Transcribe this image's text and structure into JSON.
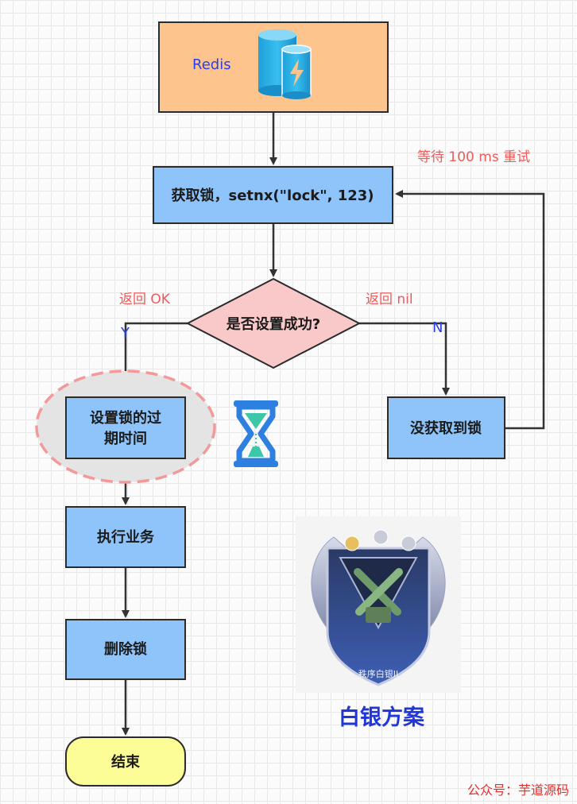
{
  "nodes": {
    "redis": "Redis",
    "acquire": "获取锁，setnx(\"lock\", 123)",
    "decision": "是否设置成功?",
    "set_expire_line1": "设置锁的过",
    "set_expire_line2": "期时间",
    "execute": "执行业务",
    "delete": "删除锁",
    "end": "结束",
    "not_acquired": "没获取到锁"
  },
  "labels": {
    "retry": "等待 100 ms 重试",
    "return_ok": "返回 OK",
    "return_nil": "返回 nil",
    "yes": "Y",
    "no": "N"
  },
  "badge": {
    "inscription": "秩序白银II",
    "caption": "白银方案"
  },
  "watermark": "公众号：芋道源码",
  "colors": {
    "redis_box": "#fdc48e",
    "process_box": "#8ec4fa",
    "decision": "#f9c9c9",
    "terminal": "#fdfd97",
    "highlight_ring": "#f29a9a",
    "arrow": "#333333"
  },
  "icons": {
    "redis": "redis-database-icon",
    "timer": "hourglass-icon",
    "badge": "silver-rank-badge"
  }
}
